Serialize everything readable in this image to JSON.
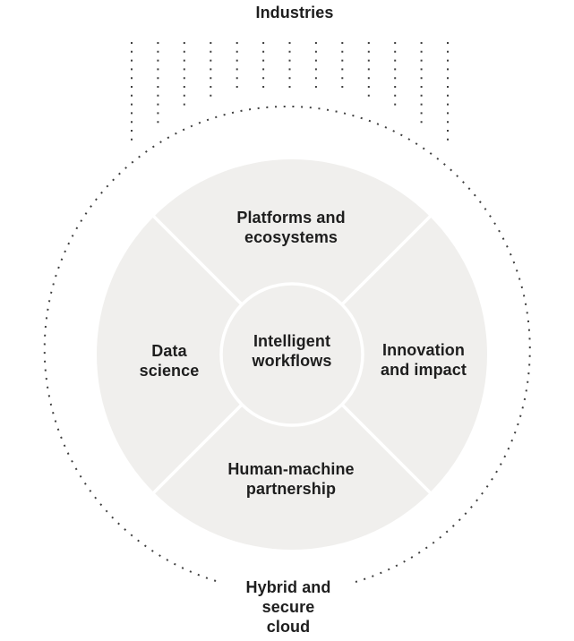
{
  "colors": {
    "background": "#ffffff",
    "wheel_fill": "#f0efed",
    "dot_color": "#3f3f3f",
    "divider_color": "#ffffff",
    "text_color": "#1e1e1e"
  },
  "labels": {
    "industries": "Industries",
    "hybrid_cloud": "Hybrid and\nsecure\ncloud"
  },
  "wheel": {
    "center_label": "Intelligent\nworkflows",
    "segments": [
      {
        "position": "top",
        "label": "Platforms and\necosystems"
      },
      {
        "position": "left",
        "label": "Data\nscience"
      },
      {
        "position": "right",
        "label": "Innovation\nand impact"
      },
      {
        "position": "bottom",
        "label": "Human-machine\npartnership"
      }
    ]
  }
}
